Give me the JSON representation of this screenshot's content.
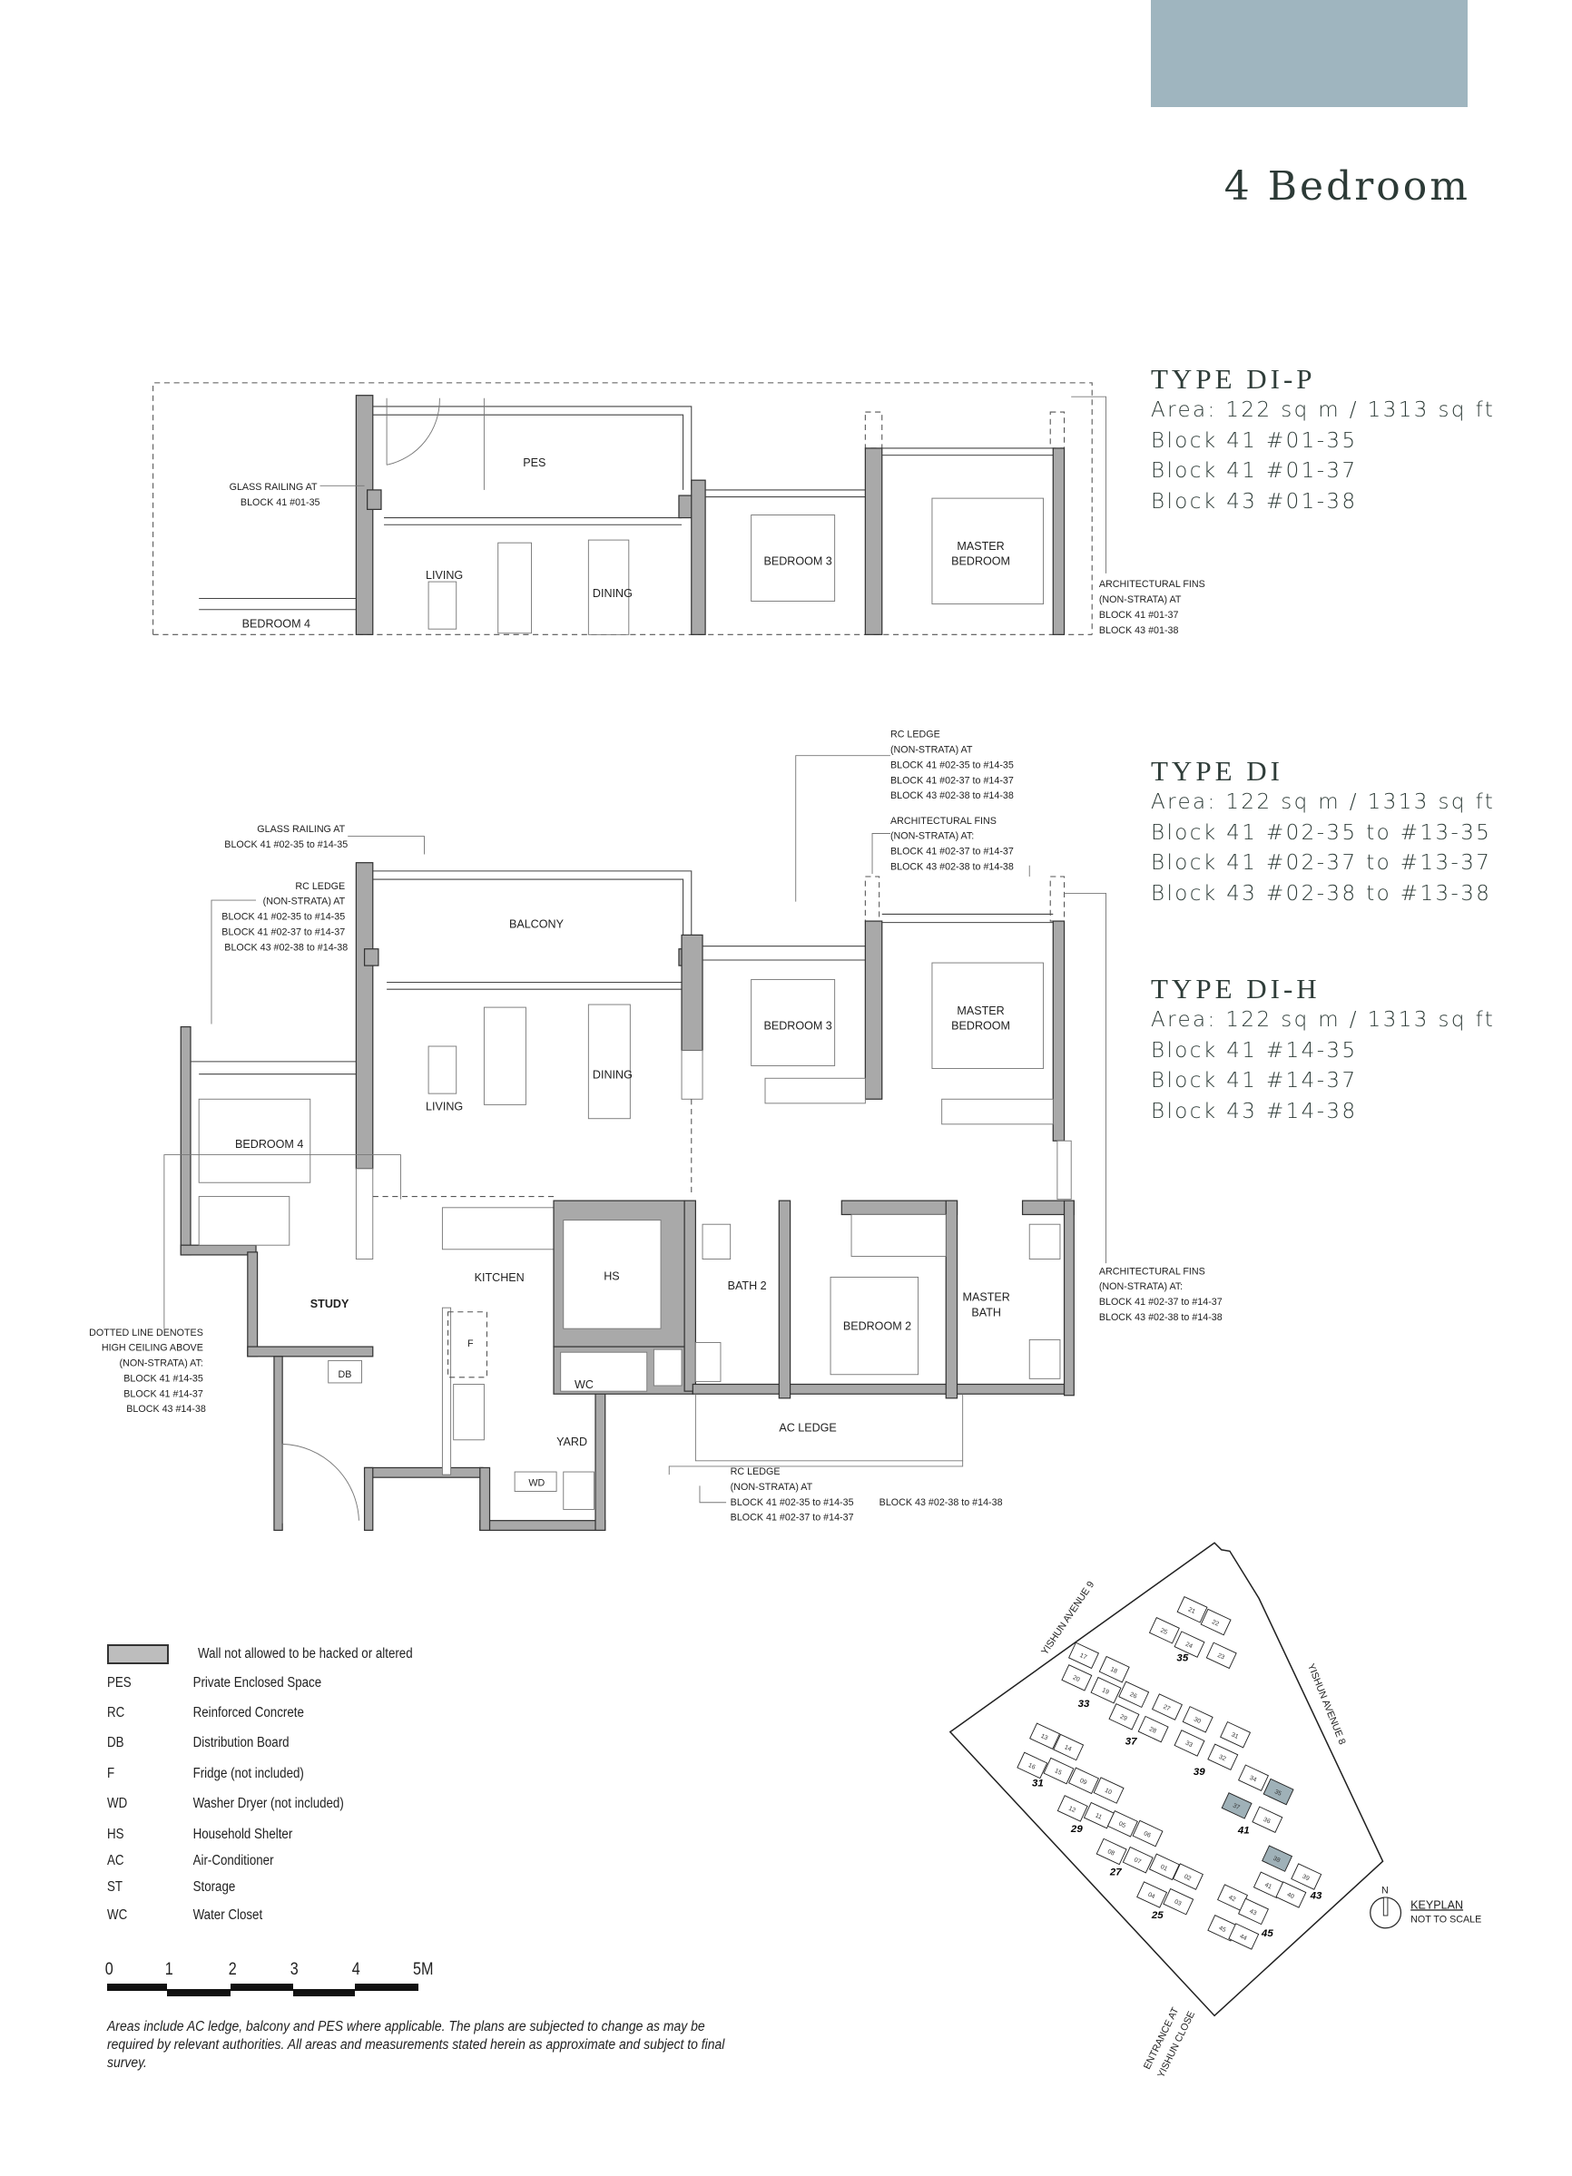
{
  "header": {
    "title": "4 Bedroom",
    "accent_color": "#9fb5bf"
  },
  "types": [
    {
      "name": "TYPE DI-P",
      "area": "Area: 122 sq m / 1313 sq ft",
      "units": [
        "Block 41 #01-35",
        "Block 41 #01-37",
        "Block 43 #01-38"
      ]
    },
    {
      "name": "TYPE DI",
      "area": "Area: 122 sq m / 1313 sq ft",
      "units": [
        "Block 41 #02-35 to #13-35",
        "Block 41 #02-37 to #13-37",
        "Block 43 #02-38 to #13-38"
      ]
    },
    {
      "name": "TYPE DI-H",
      "area": "Area: 122 sq m / 1313 sq ft",
      "units": [
        "Block 41 #14-35",
        "Block 41 #14-37",
        "Block 43 #14-38"
      ]
    }
  ],
  "plan_pes": {
    "rooms": {
      "pes": "PES",
      "living": "LIVING",
      "dining": "DINING",
      "bedroom3": "BEDROOM 3",
      "master1": "MASTER",
      "master2": "BEDROOM",
      "bedroom4": "BEDROOM 4"
    },
    "glass_railing": [
      "GLASS RAILING AT",
      "BLOCK 41 #01-35"
    ],
    "fins": [
      "ARCHITECTURAL FINS",
      "(NON-STRATA)  AT",
      "BLOCK 41 #01-37",
      "BLOCK 43 #01-38"
    ]
  },
  "plan_main": {
    "rooms": {
      "balcony": "BALCONY",
      "living": "LIVING",
      "dining": "DINING",
      "bedroom3": "BEDROOM 3",
      "master1": "MASTER",
      "master2": "BEDROOM",
      "bedroom4": "BEDROOM 4",
      "kitchen": "KITCHEN",
      "hs": "HS",
      "bath2": "BATH 2",
      "bedroom2": "BEDROOM 2",
      "mbath1": "MASTER",
      "mbath2": "BATH",
      "study": "STUDY",
      "wc": "WC",
      "yard": "YARD",
      "ac_ledge": "AC LEDGE",
      "db": "DB",
      "f": "F",
      "wd": "WD"
    },
    "glass_railing": [
      "GLASS RAILING AT",
      "BLOCK 41 #02-35 to #14-35"
    ],
    "rc_ledge_left": [
      "RC LEDGE",
      "(NON-STRATA) AT",
      "BLOCK 41 #02-35 to #14-35",
      "BLOCK 41 #02-37 to #14-37",
      "BLOCK 43 #02-38 to #14-38"
    ],
    "rc_ledge_top": [
      "RC LEDGE",
      "(NON-STRATA) AT",
      "BLOCK 41 #02-35 to #14-35",
      "BLOCK 41 #02-37 to #14-37",
      "BLOCK 43 #02-38 to #14-38"
    ],
    "fins_top": [
      "ARCHITECTURAL FINS",
      "(NON-STRATA) AT:",
      "BLOCK 41 #02-37 to #14-37",
      "BLOCK 43 #02-38 to #14-38"
    ],
    "fins_right": [
      "ARCHITECTURAL FINS",
      "(NON-STRATA) AT:",
      "BLOCK 41 #02-37 to #14-37",
      "BLOCK 43 #02-38 to #14-38"
    ],
    "dotted_line": [
      "DOTTED LINE DENOTES",
      "HIGH CEILING ABOVE",
      "(NON-STRATA) AT:",
      "BLOCK 41 #14-35",
      "BLOCK 41 #14-37",
      "BLOCK 43 #14-38"
    ],
    "rc_ledge_bottom": [
      "RC LEDGE",
      "(NON-STRATA) AT",
      "BLOCK 41 #02-35 to #14-35",
      "BLOCK 41 #02-37 to #14-37"
    ],
    "rc_ledge_bottom_extra": "BLOCK 43 #02-38 to #14-38"
  },
  "legend": {
    "wall": "Wall not allowed to be hacked or altered",
    "items": [
      {
        "abbr": "PES",
        "desc": "Private Enclosed Space"
      },
      {
        "abbr": "RC",
        "desc": "Reinforced Concrete"
      },
      {
        "abbr": "DB",
        "desc": "Distribution Board"
      },
      {
        "abbr": "F",
        "desc": "Fridge (not included)"
      },
      {
        "abbr": "WD",
        "desc": "Washer Dryer (not included)"
      },
      {
        "abbr": "HS",
        "desc": "Household Shelter"
      },
      {
        "abbr": "AC",
        "desc": "Air-Conditioner"
      },
      {
        "abbr": "ST",
        "desc": "Storage"
      },
      {
        "abbr": "WC",
        "desc": "Water Closet"
      }
    ]
  },
  "scale_bar": [
    "0",
    "1",
    "2",
    "3",
    "4",
    "5M"
  ],
  "footnote": "Areas include AC ledge, balcony and PES where applicable. The plans are subjected to change as may be required by relevant authorities. All areas and measurements stated herein as approximate and subject to final survey.",
  "keyplan": {
    "title": "KEYPLAN",
    "subtitle": "NOT TO SCALE",
    "north": "N",
    "roads": {
      "ave9": "YISHUN AVENUE 9",
      "ave8": "YISHUN AVENUE 8",
      "entrance1": "ENTRANCE AT",
      "entrance2": "YISHUN CLOSE"
    },
    "highlight_color": "#9fb1b8",
    "units": [
      "21",
      "22",
      "25",
      "24",
      "23",
      "17",
      "18",
      "20",
      "19",
      "26",
      "27",
      "29",
      "28",
      "30",
      "31",
      "33",
      "32",
      "13",
      "14",
      "16",
      "15",
      "09",
      "10",
      "12",
      "11",
      "05",
      "06",
      "08",
      "07",
      "01",
      "02",
      "04",
      "03",
      "34",
      "35",
      "37",
      "36",
      "38",
      "39",
      "41",
      "40",
      "42",
      "43",
      "45",
      "44"
    ],
    "highlighted_units": [
      "35",
      "37",
      "38"
    ],
    "blocks": [
      "35",
      "33",
      "37",
      "39",
      "31",
      "29",
      "27",
      "25",
      "41",
      "43",
      "45"
    ]
  }
}
